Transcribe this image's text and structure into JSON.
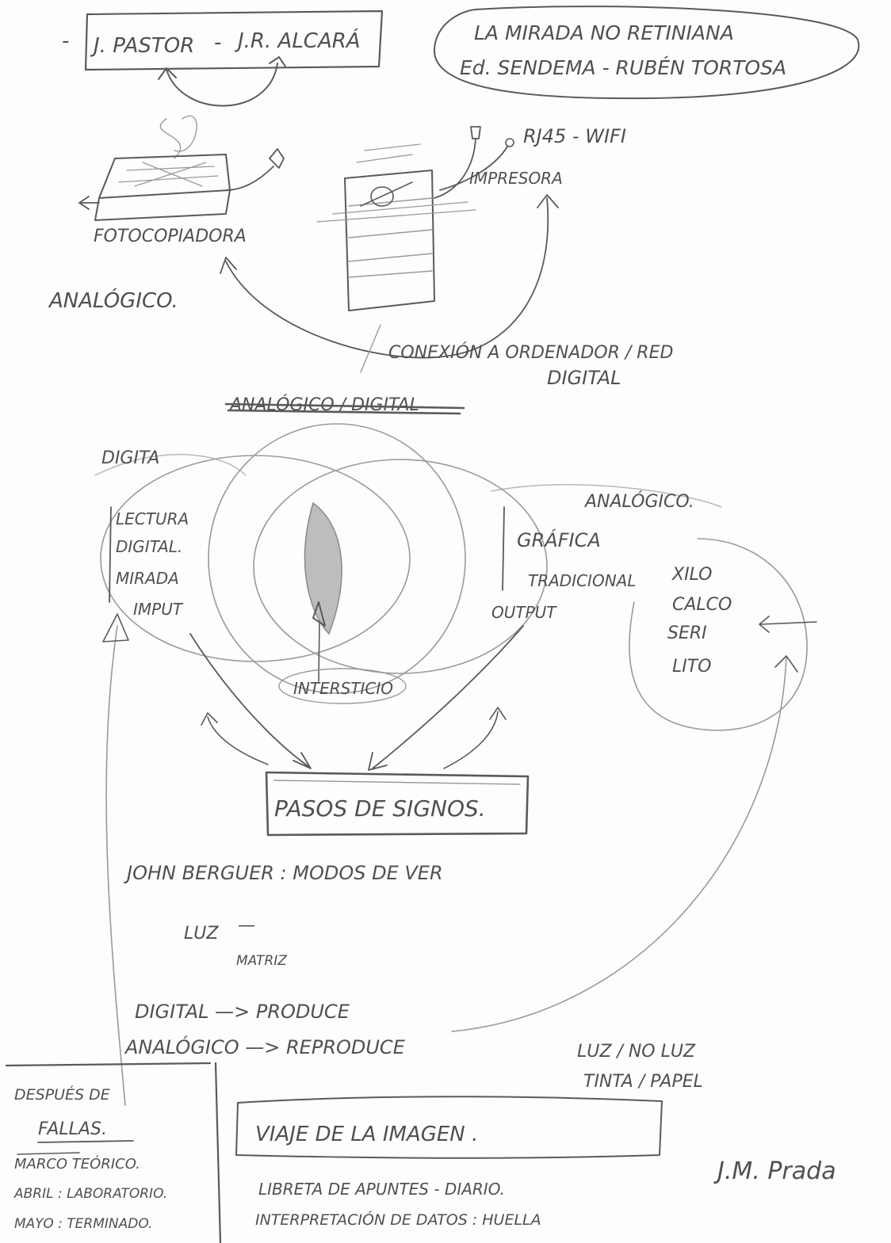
{
  "authors_box": {
    "left": "J. PASTOR",
    "sep": "-",
    "right": "J.R. ALCARÁ",
    "lead": "-"
  },
  "book_bubble": {
    "line1": "LA MIRADA NO RETINIANA",
    "line2": "Ed. SENDEMA - RUBÉN TORTOSA"
  },
  "devices": {
    "photocopier": "FOTOCOPIADORA",
    "printer": "IMPRESORA",
    "printer_conn": "RJ45 - WIFI",
    "analog_label": "ANALÓGICO.",
    "connection_l1": "CONEXIÓN A ORDENADOR / RED",
    "connection_l2": "DIGITAL"
  },
  "venn": {
    "crossed_title": "ANALÓGICO / DIGITAL",
    "digital_label": "DIGITA",
    "analog_label": "ANALÓGICO.",
    "left_list": [
      "LECTURA",
      "DIGITAL.",
      "MIRADA",
      "IMPUT"
    ],
    "right_list": [
      "GRÁFICA",
      "TRADICIONAL",
      "OUTPUT"
    ],
    "techniques": [
      "XILO",
      "CALCO",
      "SERI",
      "LITO"
    ],
    "center": "INTERSTICIO"
  },
  "signs_box": "PASOS DE SIGNOS.",
  "berger": "JOHN BERGUER : MODOS DE VER",
  "luz": {
    "word": "LUZ",
    "dash": "—",
    "sub": "MATRIZ"
  },
  "produce": {
    "line1": "DIGITAL —> PRODUCE",
    "line2": "ANALÓGICO —> REPRODUCE"
  },
  "luz_tinta": {
    "line1": "LUZ / NO LUZ",
    "line2": "TINTA / PAPEL"
  },
  "schedule": {
    "line1": "DESPUÉS DE",
    "line2": "FALLAS.",
    "line3": "MARCO TEÓRICO.",
    "line4": "ABRIL : LABORATORIO.",
    "line5": "MAYO : TERMINADO."
  },
  "viaje_box": "VIAJE DE LA IMAGEN .",
  "notes": {
    "line1": "LIBRETA DE APUNTES - DIARIO.",
    "line2": "INTERPRETACIÓN DE DATOS :  HUELLA"
  },
  "signature": "J.M. Prada"
}
